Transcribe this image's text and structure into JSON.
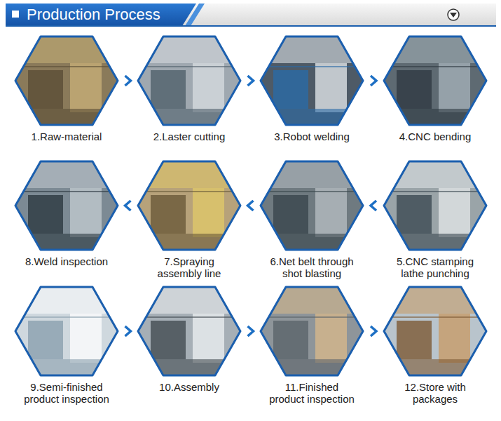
{
  "diagram": {
    "title": "Production Process",
    "nodes": [
      {
        "text": [
          "1.Raw-material"
        ]
      },
      {
        "text": [
          "2.Laster cutting"
        ]
      },
      {
        "text": [
          "3.Robot welding"
        ]
      },
      {
        "text": [
          "4.CNC bending"
        ]
      },
      {
        "text": [
          "5.CNC stamping lathe punching"
        ]
      },
      {
        "text": [
          "6.Net belt through shot blasting"
        ]
      },
      {
        "text": [
          "7.Spraying assembly line"
        ]
      },
      {
        "text": [
          "8.Weld inspection"
        ]
      },
      {
        "text": [
          "9.Semi-finished product inspection"
        ]
      },
      {
        "text": [
          "10.Assembly"
        ]
      },
      {
        "text": [
          "11.Finished product inspection"
        ]
      },
      {
        "text": [
          "12.Store with packages"
        ]
      }
    ],
    "edges": [
      {
        "from": 0,
        "to": 1,
        "arrow": "to"
      },
      {
        "from": 1,
        "to": 2,
        "arrow": "to"
      },
      {
        "from": 2,
        "to": 3,
        "arrow": "to"
      },
      {
        "from": 4,
        "to": 5,
        "arrow": "to"
      },
      {
        "from": 5,
        "to": 6,
        "arrow": "to"
      },
      {
        "from": 6,
        "to": 7,
        "arrow": "to"
      },
      {
        "from": 8,
        "to": 9,
        "arrow": "to"
      },
      {
        "from": 9,
        "to": 10,
        "arrow": "to"
      },
      {
        "from": 10,
        "to": 11,
        "arrow": "to"
      }
    ]
  }
}
